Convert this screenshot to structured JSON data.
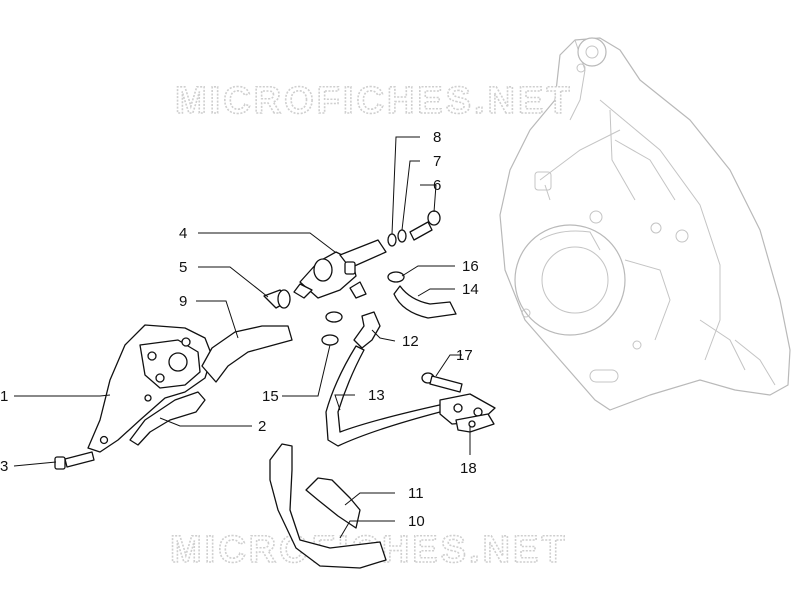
{
  "watermark": {
    "top": "MICROFICHES.NET",
    "bottom": "MICROFICHES.NET"
  },
  "callouts": [
    {
      "number": "1"
    },
    {
      "number": "2"
    },
    {
      "number": "3"
    },
    {
      "number": "4"
    },
    {
      "number": "5"
    },
    {
      "number": "6"
    },
    {
      "number": "7"
    },
    {
      "number": "8"
    },
    {
      "number": "9"
    },
    {
      "number": "10"
    },
    {
      "number": "11"
    },
    {
      "number": "12"
    },
    {
      "number": "13"
    },
    {
      "number": "14"
    },
    {
      "number": "15"
    },
    {
      "number": "16"
    },
    {
      "number": "17"
    },
    {
      "number": "18"
    }
  ]
}
